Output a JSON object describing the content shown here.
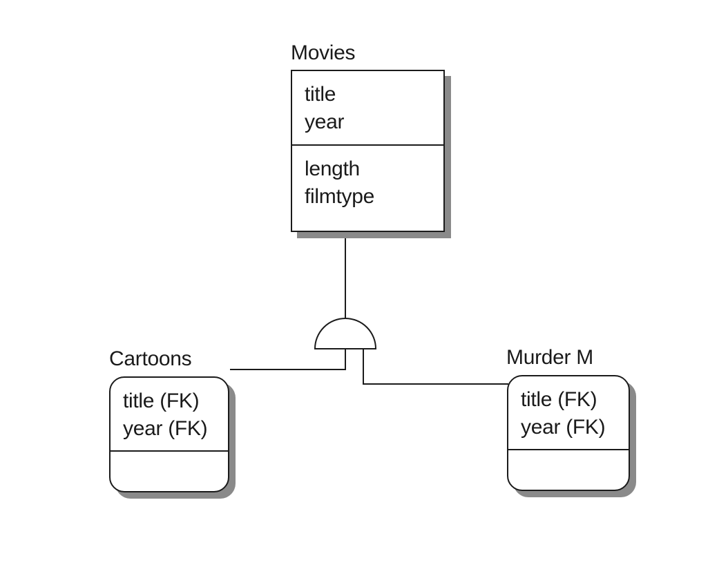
{
  "entities": {
    "movies": {
      "name": "Movies",
      "keys": [
        "title",
        "year"
      ],
      "attributes": [
        "length",
        "filmtype"
      ]
    },
    "cartoons": {
      "name": "Cartoons",
      "keys": [
        "title (FK)",
        "year (FK)"
      ],
      "attributes": []
    },
    "murder": {
      "name": "Murder M",
      "keys": [
        "title (FK)",
        "year (FK)"
      ],
      "attributes": []
    }
  },
  "colors": {
    "line": "#1a1a1a",
    "shadow": "#8a8a8a",
    "background": "#ffffff"
  }
}
